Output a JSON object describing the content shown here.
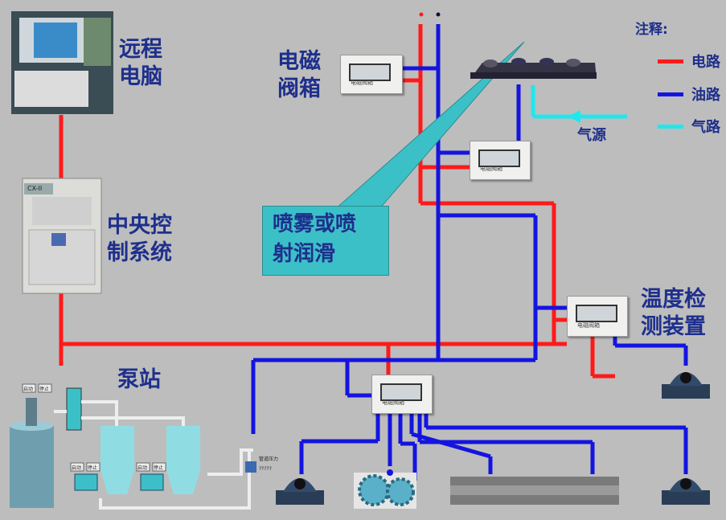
{
  "labels": {
    "remote_pc": [
      "远程",
      "电脑"
    ],
    "central_control": [
      "中央控",
      "制系统"
    ],
    "solenoid_box": [
      "电磁",
      "阀箱"
    ],
    "temp_detect": [
      "温度检",
      "测装置"
    ],
    "pump_station": "泵站",
    "air_source": "气源",
    "spray_callout": [
      "喷雾或喷",
      "射润滑"
    ]
  },
  "legend": {
    "title": "注释:",
    "items": [
      {
        "label": "电路",
        "color": "#ff1a1a"
      },
      {
        "label": "油路",
        "color": "#1414e0"
      },
      {
        "label": "气路",
        "color": "#1ee8ee"
      }
    ]
  },
  "device_text": {
    "valve_box_caption": "电磁阀箱",
    "cabinet_model": "CX-II",
    "pump_start": "启动",
    "pump_stop": "停止",
    "pipe_pressure": "管道压力",
    "pressure_value": "?????"
  },
  "colors": {
    "power": "#ff1a1a",
    "oil": "#1414e0",
    "air": "#1ee8ee",
    "label": "#1e2f8c",
    "callout": "#3cc0c8"
  }
}
